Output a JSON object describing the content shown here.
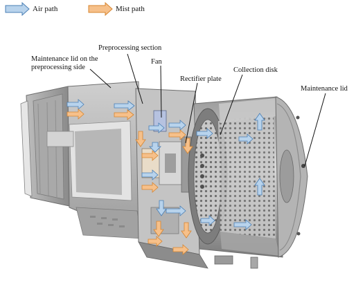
{
  "legend": {
    "air_label": "Air path",
    "mist_label": "Mist path"
  },
  "labels": {
    "maintenance_lid_pre_line1": "Maintenance lid on the",
    "maintenance_lid_pre_line2": "preprocessing side",
    "preprocessing_section": "Preprocessing section",
    "fan": "Fan",
    "rectifier_plate": "Rectifier plate",
    "collection_disk": "Collection disk",
    "maintenance_lid": "Maintenance lid"
  },
  "colors": {
    "air_arrow_fill": "#b8d3ec",
    "air_arrow_stroke": "#4a7fb5",
    "mist_arrow_fill": "#f6c08a",
    "mist_arrow_stroke": "#d7852f",
    "housing_light": "#d9d9d9",
    "housing_dark": "#8e8e8e"
  },
  "icons": {
    "air_arrow": "right-arrow-blue-icon",
    "mist_arrow": "right-arrow-orange-icon"
  }
}
